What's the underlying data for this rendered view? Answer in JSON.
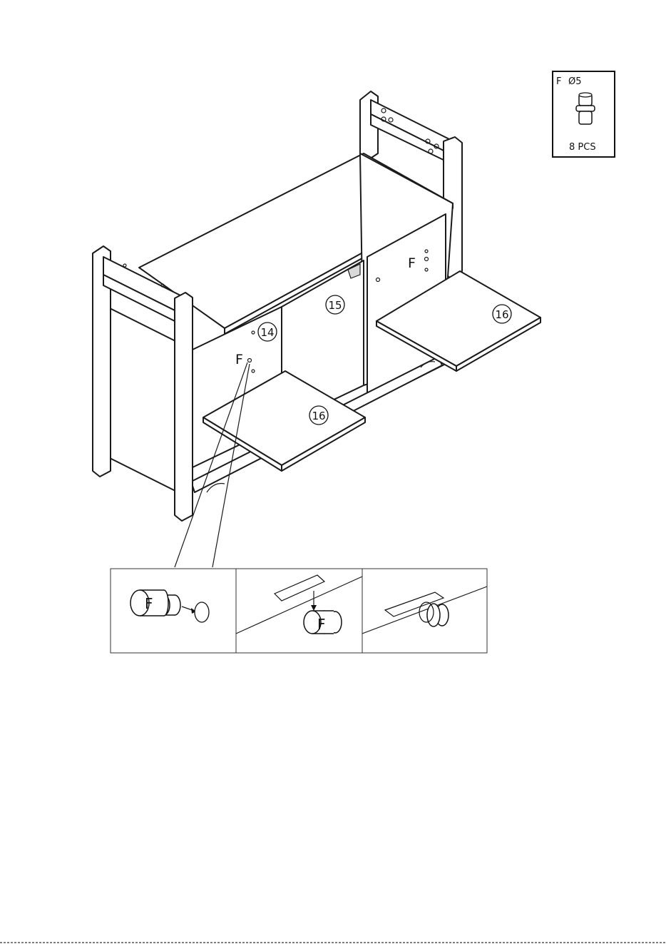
{
  "hardware_box": {
    "part_letter": "F",
    "diameter": "Ø5",
    "quantity": "8 PCS"
  },
  "callouts": {
    "left_panel": "14",
    "center_panel": "15",
    "shelf": "16",
    "hole_letter": "F"
  },
  "detail_steps": {
    "step1_letter": "F",
    "step2_letter": "F"
  }
}
